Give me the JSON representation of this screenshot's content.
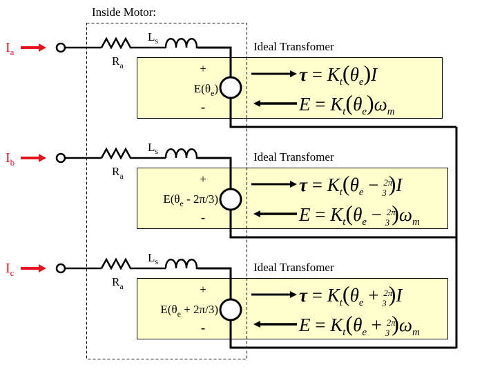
{
  "title": "Inside Motor:",
  "colors": {
    "current_arrow": "#e8121e",
    "transformer_fill": "#ffffcc",
    "wire": "#000000"
  },
  "phases": [
    {
      "id": "a",
      "current_label": "I",
      "current_sub": "a",
      "resistor_label": "R",
      "resistor_sub": "a",
      "inductor_label": "L",
      "inductor_sub": "s",
      "transformer_title": "Ideal Transfomer",
      "plus": "+",
      "minus": "-",
      "emf_prefix": "E(θ",
      "emf_sub": "e",
      "emf_suffix": ")",
      "torque_eq": {
        "lhs": "τ = K",
        "k_sub": "t",
        "open": "(θ",
        "theta_sub": "e",
        "shift": "",
        "close": ")I"
      },
      "emf_eq": {
        "lhs": "E = K",
        "k_sub": "t",
        "open": "(θ",
        "theta_sub": "e",
        "shift": "",
        "close": ")ω",
        "omega_sub": "m"
      }
    },
    {
      "id": "b",
      "current_label": "I",
      "current_sub": "b",
      "resistor_label": "R",
      "resistor_sub": "a",
      "inductor_label": "L",
      "inductor_sub": "s",
      "transformer_title": "Ideal Transfomer",
      "plus": "+",
      "minus": "-",
      "emf_prefix": "E(θ",
      "emf_sub": "e",
      "emf_suffix": " - 2π/3)",
      "torque_eq": {
        "lhs": "τ = K",
        "k_sub": "t",
        "open": "(θ",
        "theta_sub": "e",
        "shift_sign": "−",
        "frac_num": "2π",
        "frac_den": "3",
        "close": ")I"
      },
      "emf_eq": {
        "lhs": "E = K",
        "k_sub": "t",
        "open": "(θ",
        "theta_sub": "e",
        "shift_sign": "−",
        "frac_num": "2π",
        "frac_den": "3",
        "close": ")ω",
        "omega_sub": "m"
      }
    },
    {
      "id": "c",
      "current_label": "I",
      "current_sub": "c",
      "resistor_label": "R",
      "resistor_sub": "a",
      "inductor_label": "L",
      "inductor_sub": "s",
      "transformer_title": "Ideal Transfomer",
      "plus": "+",
      "minus": "-",
      "emf_prefix": "E(θ",
      "emf_sub": "e",
      "emf_suffix": " + 2π/3)",
      "torque_eq": {
        "lhs": "τ = K",
        "k_sub": "t",
        "open": "(θ",
        "theta_sub": "e",
        "shift_sign": "+",
        "frac_num": "2π",
        "frac_den": "3",
        "close": ")I"
      },
      "emf_eq": {
        "lhs": "E = K",
        "k_sub": "t",
        "open": "(θ",
        "theta_sub": "e",
        "shift_sign": "+",
        "frac_num": "2π",
        "frac_den": "3",
        "close": ")ω",
        "omega_sub": "m"
      }
    }
  ]
}
